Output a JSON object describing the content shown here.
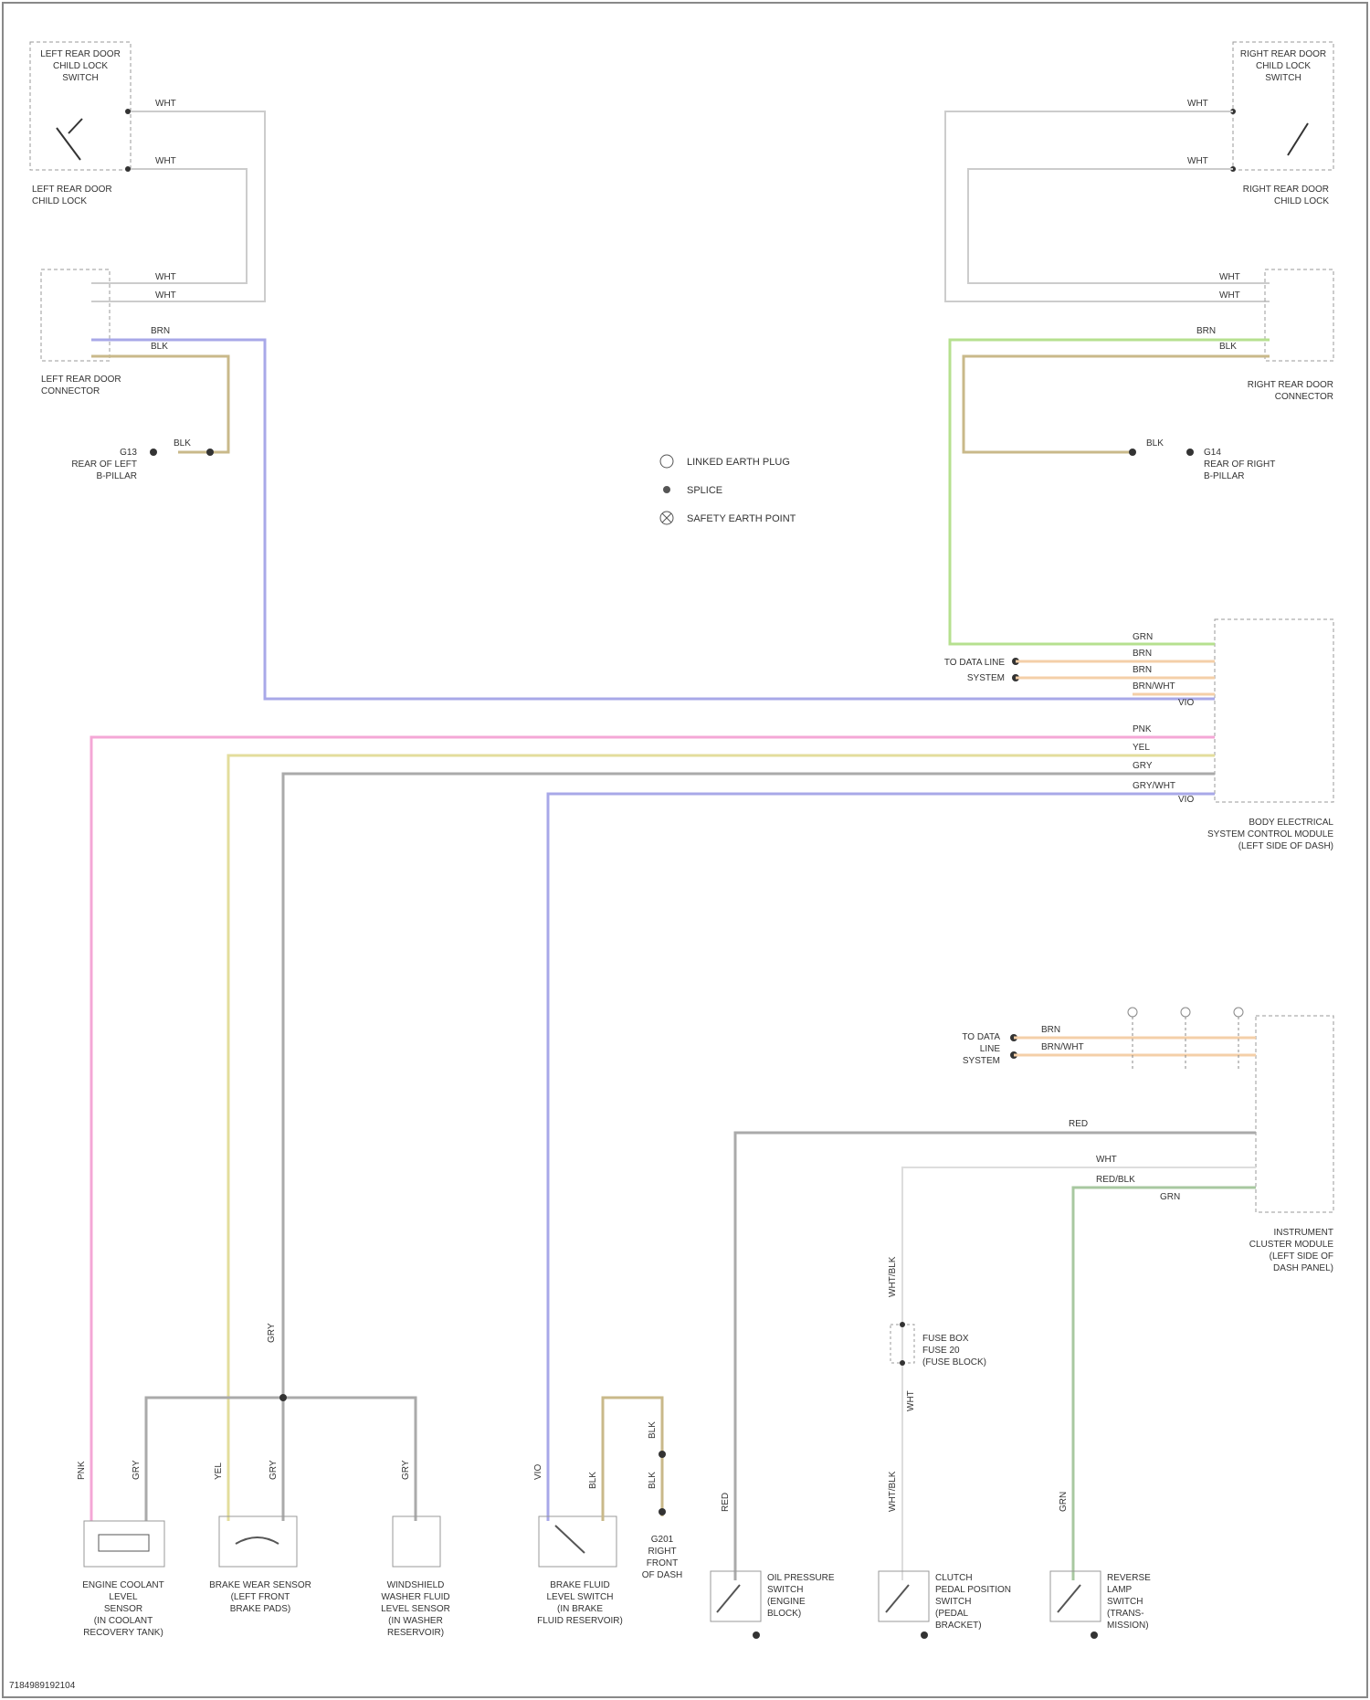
{
  "diagram": {
    "footer_code": "7184989192104",
    "legend": [
      {
        "symbol": "circle",
        "text": "LINKED EARTH PLUG"
      },
      {
        "symbol": "dot",
        "text": "SPLICE"
      },
      {
        "symbol": "circle-x",
        "text": "SAFETY EARTH POINT"
      }
    ],
    "components": {
      "lh_door_switch": [
        "LEFT REAR DOOR",
        "CHILD LOCK",
        "SWITCH"
      ],
      "lh_door_sub": [
        "LEFT REAR DOOR",
        "CHILD LOCK"
      ],
      "rh_door_switch": [
        "RIGHT REAR DOOR",
        "CHILD LOCK",
        "SWITCH"
      ],
      "rh_door_sub": [
        "RIGHT REAR DOOR",
        "CHILD LOCK"
      ],
      "lh_connector": [
        "LEFT REAR DOOR",
        "CONNECTOR"
      ],
      "rh_connector": [
        "RIGHT REAR DOOR",
        "CONNECTOR"
      ],
      "lh_ground": [
        "G13",
        "REAR OF LEFT",
        "B-PILLAR"
      ],
      "rh_ground": [
        "G14",
        "REAR OF RIGHT",
        "B-PILLAR"
      ],
      "rear_module": [
        "BODY ELECTRICAL",
        "SYSTEM CONTROL MODULE",
        "(LEFT SIDE OF DASH)"
      ],
      "rear_module_left_label": [
        "TO DATA LINE",
        "SYSTEM"
      ],
      "instrument_cluster": [
        "INSTRUMENT",
        "CLUSTER MODULE",
        "(LEFT SIDE OF",
        "DASH PANEL)"
      ],
      "cluster_left_label": [
        "TO DATA",
        "LINE",
        "SYSTEM"
      ],
      "fuse_box": [
        "FUSE BOX",
        "FUSE 20",
        "(FUSE BLOCK)"
      ],
      "coolant_sensor": [
        "ENGINE COOLANT",
        "LEVEL",
        "SENSOR",
        "(IN COOLANT",
        "RECOVERY TANK)"
      ],
      "brake_sensor": [
        "BRAKE WEAR SENSOR",
        "(LEFT FRONT",
        "BRAKE PADS)"
      ],
      "washer_sensor": [
        "WINDSHIELD",
        "WASHER FLUID",
        "LEVEL SENSOR",
        "(IN WASHER",
        "RESERVOIR)"
      ],
      "fluid_level_switch": [
        "BRAKE FLUID",
        "LEVEL SWITCH",
        "(IN BRAKE",
        "FLUID RESERVOIR)"
      ],
      "ground_lower": [
        "G201",
        "RIGHT",
        "FRONT",
        "OF DASH"
      ],
      "oil_pressure_switch": [
        "OIL PRESSURE",
        "SWITCH",
        "(ENGINE",
        "BLOCK)"
      ],
      "clutch_switch": [
        "CLUTCH",
        "PEDAL POSITION",
        "SWITCH",
        "(PEDAL",
        "BRACKET)"
      ],
      "reverse_switch": [
        "REVERSE",
        "LAMP",
        "SWITCH",
        "(TRANS-",
        "MISSION)"
      ]
    },
    "wire_labels": {
      "wht": "WHT",
      "blk": "BLK",
      "brn": "BRN",
      "brn_wht": "BRN/WHT",
      "grn": "GRN",
      "vio": "VIO",
      "pnk": "PNK",
      "yel": "YEL",
      "gry": "GRY",
      "gry_wht": "GRY/WHT",
      "red": "RED",
      "red_blk": "RED/BLK",
      "wht_blk": "WHT/BLK"
    }
  }
}
